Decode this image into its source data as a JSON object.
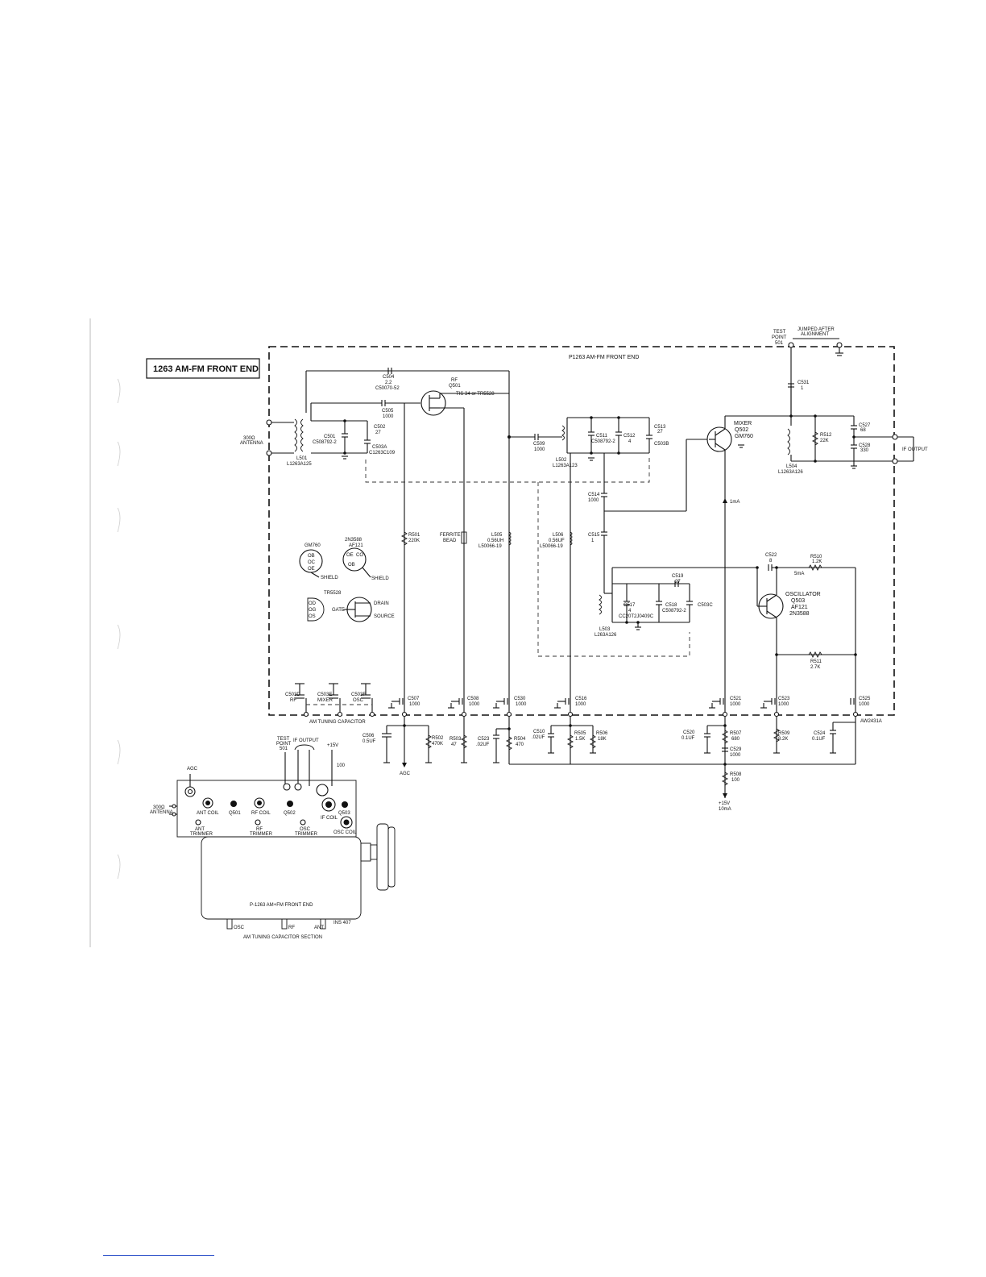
{
  "title_box": "1263 AM-FM FRONT END",
  "board_title": "P1263  AM-FM FRONT END",
  "drawing_number": "AW2431A",
  "test_point": {
    "label1": "TEST",
    "label2": "POINT",
    "label3": "501",
    "jumper": "JUMPED AFTER",
    "jumper2": "ALIGNMENT"
  },
  "antenna": {
    "l1": "300Ω",
    "l2": "ANTENNA"
  },
  "if_output": "IF OUTPUT",
  "agc": "AGC",
  "supply": {
    "v": "+15V",
    "i": "10mA"
  },
  "tuning_cap_label": "AM TUNING CAPACITOR",
  "transistors": {
    "rf": {
      "l1": "RF",
      "l2": "Q501",
      "l3": "TIS 34 or TR5528"
    },
    "mixer": {
      "l1": "MIXER",
      "l2": "Q502",
      "l3": "GM760"
    },
    "osc": {
      "l1": "OSCILLATOR",
      "l2": "Q503",
      "l3": "AF121",
      "l4": "2N3588"
    }
  },
  "currents": {
    "mixer": "1mA",
    "osc": "5mA"
  },
  "components": {
    "C504": [
      "C504",
      "2.2",
      "C50070-52"
    ],
    "C505": [
      "C505",
      "1000"
    ],
    "C501": [
      "C501",
      "C508792-2"
    ],
    "C502": [
      "C502",
      "27"
    ],
    "C503A": [
      "C503A",
      "C1263C109"
    ],
    "L501": [
      "L501",
      "L1263A125"
    ],
    "C509": [
      "C509",
      "1000"
    ],
    "C511": [
      "C511",
      "C508792-2"
    ],
    "C512": [
      "C512",
      "4"
    ],
    "C513": [
      "C513",
      "27"
    ],
    "C503B": [
      "C503B"
    ],
    "L502": [
      "L502",
      "L1263A123"
    ],
    "C514": [
      "C514",
      "1000"
    ],
    "C515": [
      "C515",
      "1"
    ],
    "C531": [
      "C531",
      "1"
    ],
    "R512": [
      "R512",
      "22K"
    ],
    "C527": [
      "C527",
      "68"
    ],
    "C528": [
      "C528",
      "330"
    ],
    "L504": [
      "L504",
      "L1263A126"
    ],
    "R501": [
      "R501",
      "220K"
    ],
    "FERRITE": [
      "FERRITE",
      "BEAD"
    ],
    "L505": [
      "L505",
      "0.56UH",
      "L50066-19"
    ],
    "L506": [
      "L506",
      "0.56UF",
      "L50066-19"
    ],
    "C522": [
      "C522",
      "8"
    ],
    "R510": [
      "R510",
      "1.2K"
    ],
    "C519": [
      "C519",
      "27"
    ],
    "C517": [
      "C517",
      "4",
      "CC20T2J0409C"
    ],
    "C518": [
      "C518",
      "C508792-2"
    ],
    "C503C": [
      "C503C"
    ],
    "L503": [
      "L503",
      "L263A126"
    ],
    "R511": [
      "R511",
      "2.7K"
    ],
    "C507": [
      "C507",
      "1000"
    ],
    "C508": [
      "C508",
      "1000"
    ],
    "C530": [
      "C530",
      "1000"
    ],
    "C516": [
      "C516",
      "1000"
    ],
    "C521": [
      "C521",
      "1000"
    ],
    "C523": [
      "C523",
      "1000"
    ],
    "C525": [
      "C525",
      "1000"
    ],
    "C503D": [
      "C503D",
      "RF"
    ],
    "C503E": [
      "C503E",
      "MIXER"
    ],
    "C503F": [
      "C503F",
      "OSC"
    ],
    "C506": [
      "C506",
      "0.5UF"
    ],
    "R502": [
      "R502",
      "470K"
    ],
    "R503": [
      "R503",
      "47"
    ],
    "C523b": [
      "C523",
      ".02UF"
    ],
    "R504": [
      "R504",
      "470"
    ],
    "C510": [
      "C510",
      ".02UF"
    ],
    "R505": [
      "R505",
      "1.5K"
    ],
    "R506": [
      "R506",
      "18K"
    ],
    "C520": [
      "C520",
      "0.1UF"
    ],
    "R507": [
      "R507",
      "680"
    ],
    "C529": [
      "C529",
      "1000"
    ],
    "R508": [
      "R508",
      "100"
    ],
    "R509": [
      "R509",
      "8.2K"
    ],
    "C524": [
      "C524",
      "0.1UF"
    ]
  },
  "pinouts": {
    "gm760": {
      "name": "GM760",
      "pins": [
        "OB",
        "OC",
        "OE"
      ],
      "shield": "SHIELD"
    },
    "af121": {
      "name1": "2N3588",
      "name2": "AF121",
      "pins": [
        "OE",
        "CO",
        "OB"
      ],
      "shield": "SHIELD"
    },
    "tr5528": {
      "name": "TR5528",
      "pins": [
        "OD",
        "OG",
        "OS"
      ],
      "gate": "GATE",
      "drain": "DRAIN",
      "source": "SOURCE"
    }
  },
  "layout_view": {
    "agc": "AGC",
    "test_point": [
      "TEST",
      "POINT",
      "501"
    ],
    "if_output": "IF OUTPUT",
    "supply": "+15V",
    "r100": "100",
    "antenna": [
      "300Ω",
      "ANTENNA"
    ],
    "labels": [
      "ANT COIL",
      "Q501",
      "RF COIL",
      "Q502",
      "IF COIL",
      "Q503",
      "OSC COIL"
    ],
    "trimmers": [
      [
        "ANT",
        "TRIMMER"
      ],
      [
        "RF",
        "TRIMMER"
      ],
      [
        "OSC",
        "TRIMMER"
      ]
    ],
    "cap_unit": "P-1263 AM+FM FRONT END",
    "section_labels": [
      "OSC",
      "RF",
      "ANT"
    ],
    "part_no": "INS 407",
    "section_title": "AM TUNING CAPACITOR SECTION"
  }
}
